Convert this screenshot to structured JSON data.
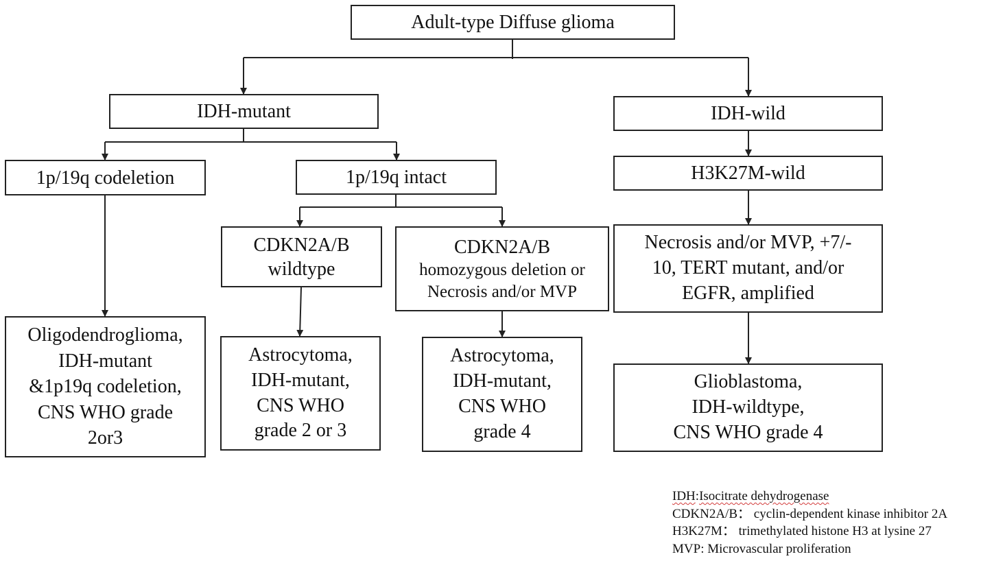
{
  "nodes": {
    "root": {
      "lines": [
        "Adult-type Diffuse glioma"
      ]
    },
    "idh_mutant": {
      "lines": [
        "IDH-mutant"
      ]
    },
    "idh_wild": {
      "lines": [
        "IDH-wild"
      ]
    },
    "codeletion": {
      "lines": [
        "1p/19q codeletion"
      ]
    },
    "intact": {
      "lines": [
        "1p/19q intact"
      ]
    },
    "h3k27m_wild": {
      "lines": [
        "H3K27M-wild"
      ]
    },
    "cdkn_wildtype": {
      "lines": [
        "CDKN2A/B",
        "wildtype"
      ]
    },
    "cdkn_deletion": {
      "lines": [
        "CDKN2A/B",
        "homozygous deletion or",
        "Necrosis and/or MVP"
      ]
    },
    "necrosis_mvp": {
      "lines": [
        "Necrosis and/or MVP, +7/-",
        "10, TERT mutant, and/or",
        "EGFR, amplified"
      ]
    },
    "oligodendroglioma": {
      "lines": [
        "Oligodendroglioma,",
        "IDH-mutant",
        "&1p19q codeletion,",
        "CNS WHO grade",
        "2or3"
      ]
    },
    "astro_2_3": {
      "lines": [
        "Astrocytoma,",
        "IDH-mutant,",
        "CNS WHO",
        "grade 2 or 3"
      ]
    },
    "astro_4": {
      "lines": [
        "Astrocytoma,",
        "IDH-mutant,",
        "CNS WHO",
        "grade 4"
      ]
    },
    "glioblastoma": {
      "lines": [
        "Glioblastoma,",
        "IDH-wildtype,",
        "CNS WHO grade 4"
      ]
    }
  },
  "legend": [
    {
      "abbr": "IDH",
      "sep": ":",
      "text": "Isocitrate dehydrogenase"
    },
    {
      "abbr": "CDKN2A/B",
      "sep": "： ",
      "text": "cyclin-dependent kinase inhibitor 2A"
    },
    {
      "abbr": "H3K27M",
      "sep": "： ",
      "text": "trimethylated histone H3 at lysine 27"
    },
    {
      "abbr": "MVP",
      "sep": ": ",
      "text": "Microvascular proliferation"
    }
  ]
}
